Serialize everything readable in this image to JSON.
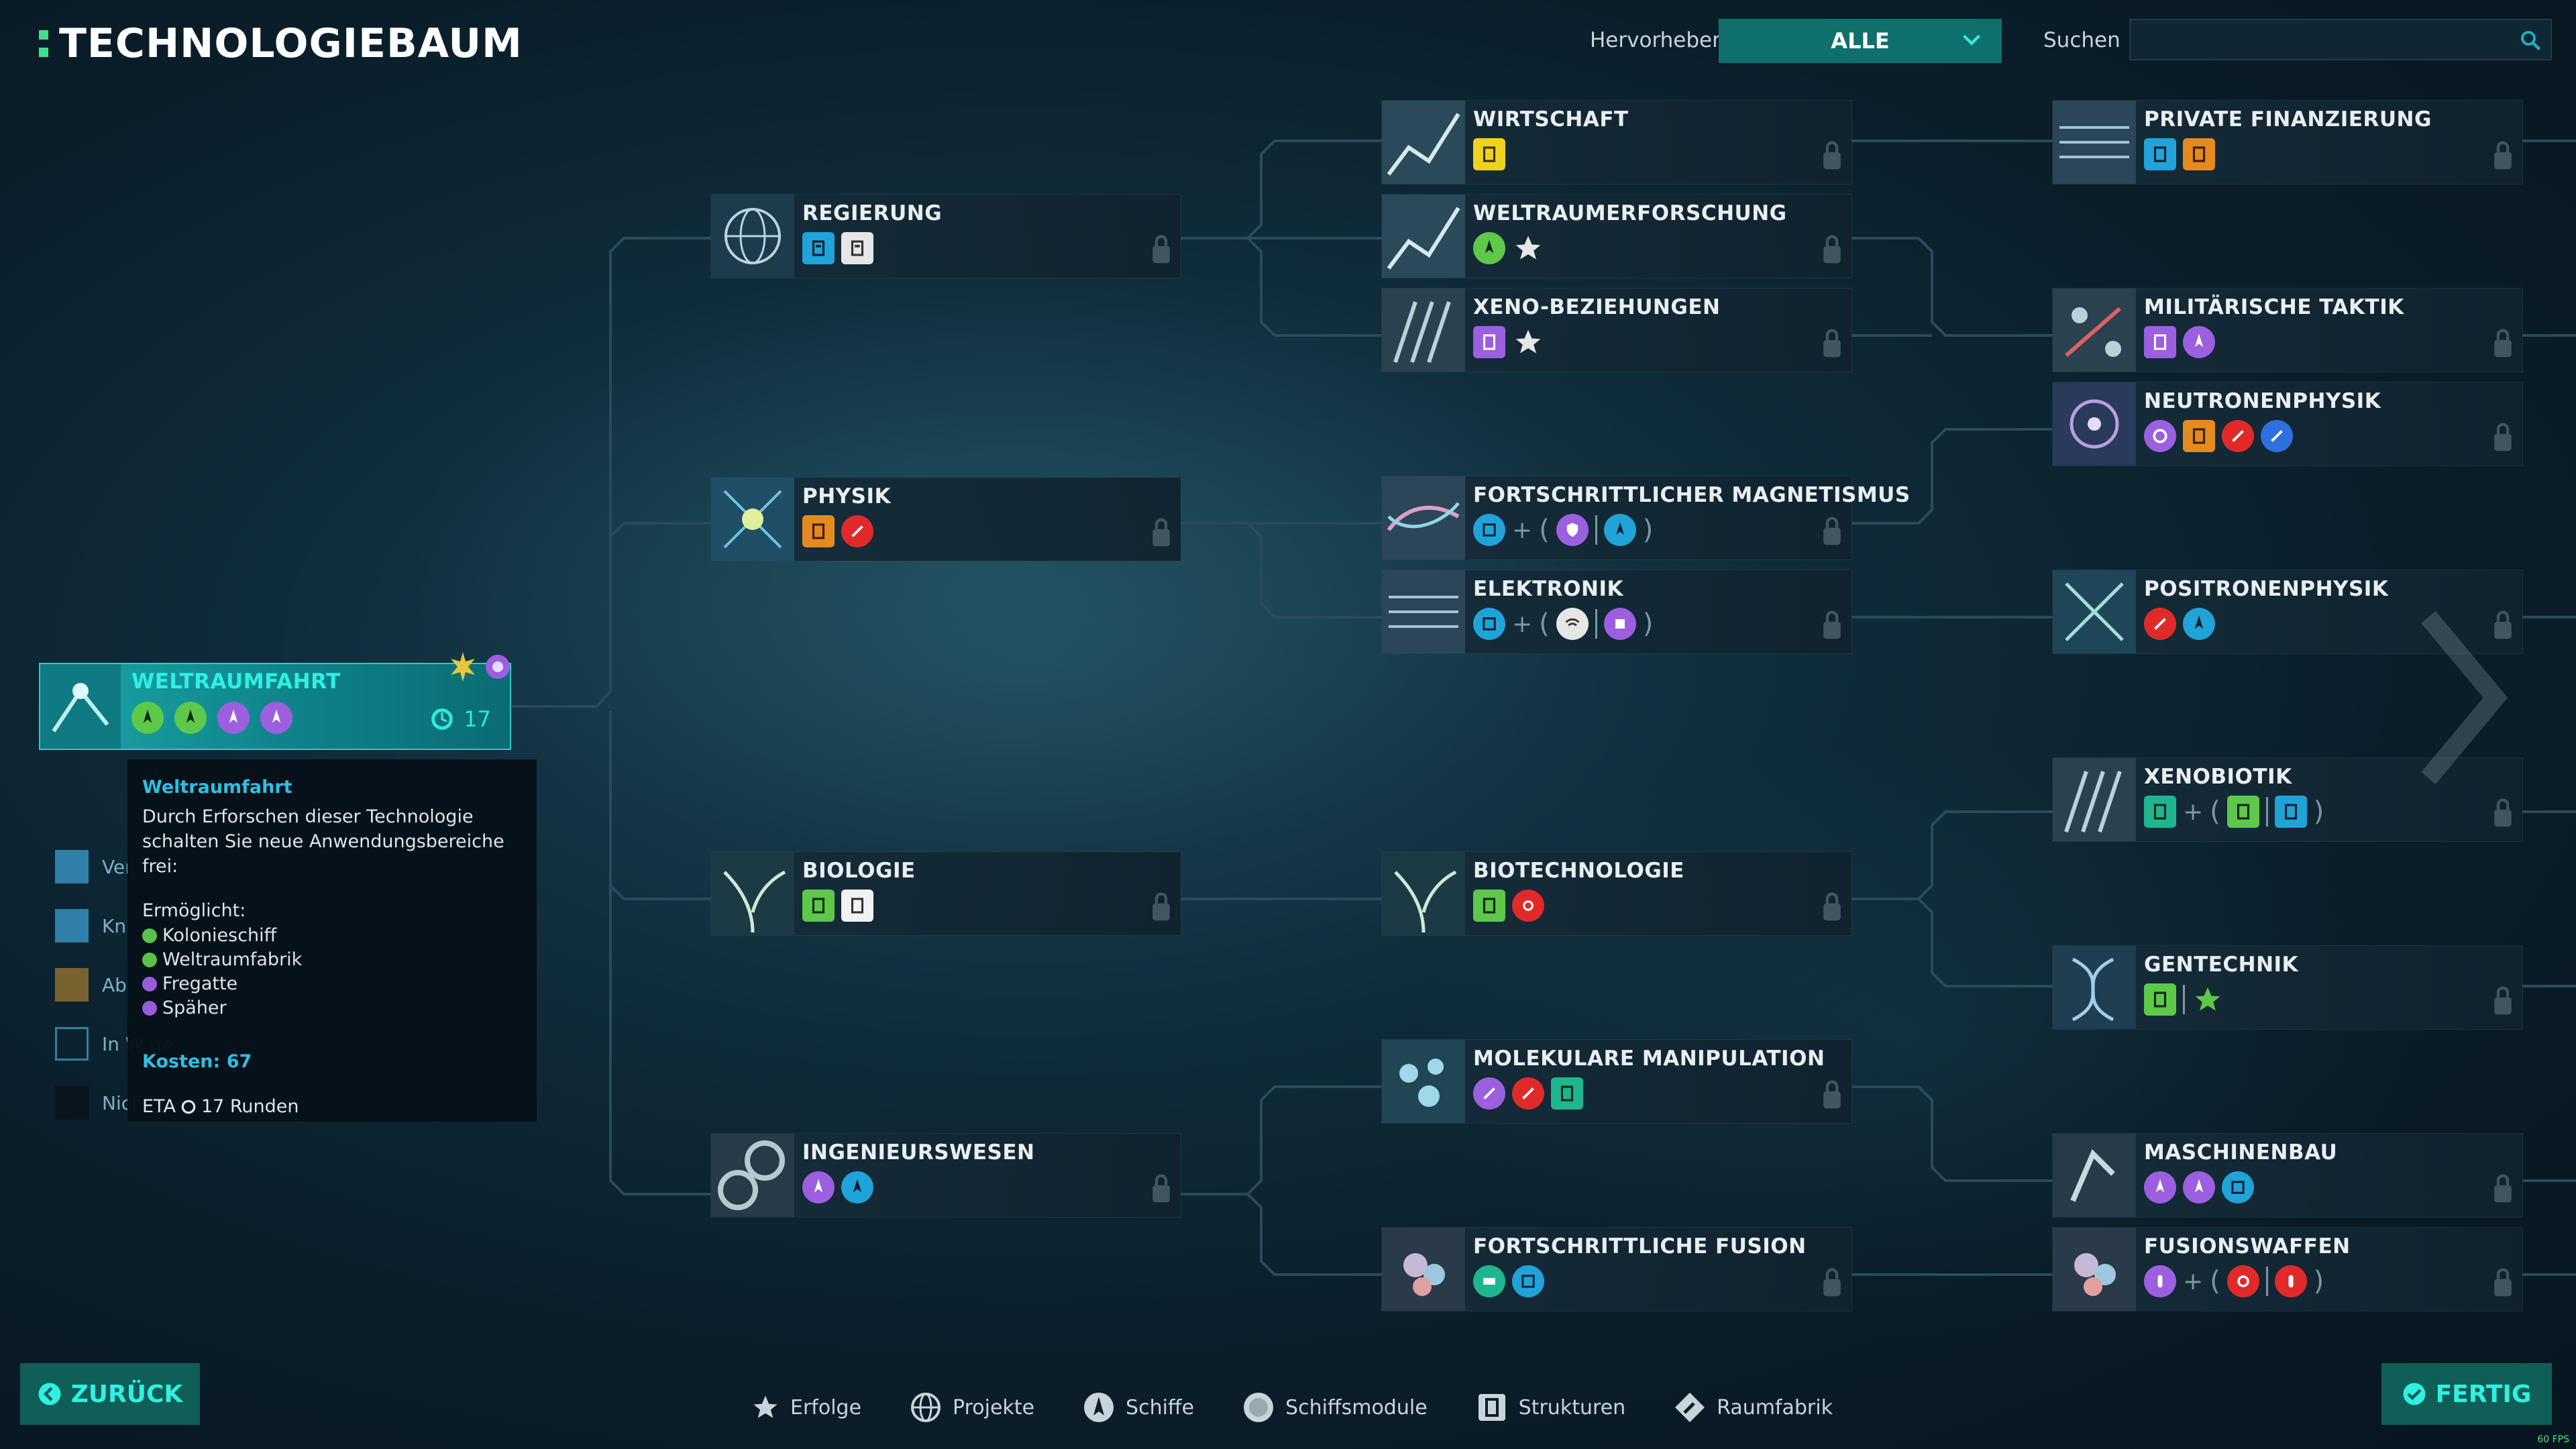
{
  "header": {
    "title": "TECHNOLOGIEBAUM",
    "highlight_label": "Hervorheben",
    "highlight_value": "ALLE",
    "search_label": "Suchen",
    "search_value": ""
  },
  "selected": {
    "name": "WELTRAUMFAHRT",
    "turns": "17"
  },
  "tooltip": {
    "title": "Weltraumfahrt",
    "description": "Durch Erforschen dieser Technologie schalten Sie neue Anwendungsbereiche frei:",
    "enables_label": "Ermöglicht:",
    "enables": [
      "Kolonieschiff",
      "Weltraumfabrik",
      "Fregatte",
      "Späher"
    ],
    "cost": "Kosten: 67",
    "eta": "ETA",
    "eta_value": "17 Runden"
  },
  "legend": [
    {
      "label": "Ver",
      "color": "#2f7fa8"
    },
    {
      "label": "Kn",
      "color": "#2f7fa8"
    },
    {
      "label": "Ab",
      "color": "#7a6230"
    },
    {
      "label": "In W                   ge",
      "color": "transparent"
    },
    {
      "label": "Nicht verfügbar",
      "color": "#0a141c"
    }
  ],
  "techs": {
    "regierung": "REGIERUNG",
    "physik": "PHYSIK",
    "biologie": "BIOLOGIE",
    "ingenieurswesen": "INGENIEURSWESEN",
    "wirtschaft": "WIRTSCHAFT",
    "weltraumerforschung": "WELTRAUMERFORSCHUNG",
    "xeno_beziehungen": "XENO-BEZIEHUNGEN",
    "magnetismus": "FORTSCHRITTLICHER MAGNETISMUS",
    "elektronik": "ELEKTRONIK",
    "biotechnologie": "BIOTECHNOLOGIE",
    "molekulare": "MOLEKULARE MANIPULATION",
    "fusion": "FORTSCHRITTLICHE FUSION",
    "private_finanzierung": "PRIVATE FINANZIERUNG",
    "militaerische_taktik": "MILITÄRISCHE TAKTIK",
    "neutronenphysik": "NEUTRONENPHYSIK",
    "positronenphysik": "POSITRONENPHYSIK",
    "xenobiotik": "XENOBIOTIK",
    "gentechnik": "GENTECHNIK",
    "maschinenbau": "MASCHINENBAU",
    "fusionswaffen": "FUSIONSWAFFEN"
  },
  "buttons": {
    "back": "ZURÜCK",
    "done": "FERTIG"
  },
  "bottom_nav": [
    "Erfolge",
    "Projekte",
    "Schiffe",
    "Schiffsmodule",
    "Strukturen",
    "Raumfabrik"
  ],
  "fps": "60 FPS",
  "colors": {
    "accent": "#2ff0e2",
    "button_bg": "#0f5e58",
    "dropdown_bg": "#0f6f6c",
    "blue": "#1fa3d9",
    "white": "#e6e6e6",
    "orange": "#e58a1f",
    "red": "#e02a2a",
    "purple": "#9b5fe0",
    "green": "#5ec84a",
    "yellow": "#f0d21e",
    "teal": "#1fb58f"
  }
}
